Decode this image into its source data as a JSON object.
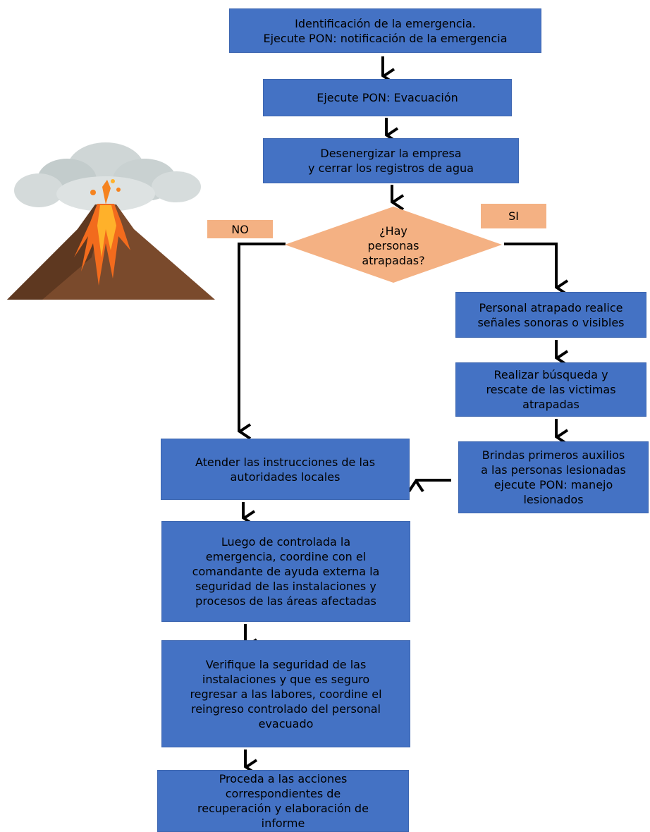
{
  "colors": {
    "box_fill": "#4472c4",
    "tag_fill": "#f4b183",
    "arrow": "#000000"
  },
  "steps": {
    "identificacion": "Identificación de la emergencia.\nEjecute PON: notificación de la emergencia",
    "evacuacion": "Ejecute PON: Evacuación",
    "desenergizar": "Desenergizar la empresa\ny cerrar los registros de agua",
    "decision": "¿Hay\npersonas\natrapadas?",
    "senales": "Personal atrapado realice\nseñales sonoras o visibles",
    "busqueda": "Realizar búsqueda y\nrescate de las victimas\natrapadas",
    "auxilios": "Brindas primeros auxilios\na las personas lesionadas\nejecute PON: manejo\nlesionados",
    "atender": "Atender las instrucciones de las\nautoridades locales",
    "controlada": "Luego de controlada la\nemergencia, coordine con el\ncomandante de ayuda externa la\nseguridad de las instalaciones y\nprocesos de las áreas afectadas",
    "verifique": "Verifique la seguridad de las\ninstalaciones y que es seguro\nregresar a las labores, coordine el\nreingreso controlado del personal\nevacuado",
    "proceda": "Proceda a las acciones\ncorrespondientes de\nrecuperación y elaboración de\ninforme"
  },
  "labels": {
    "no": "NO",
    "si": "SI"
  },
  "icons": {
    "volcano": "volcano-illustration"
  }
}
